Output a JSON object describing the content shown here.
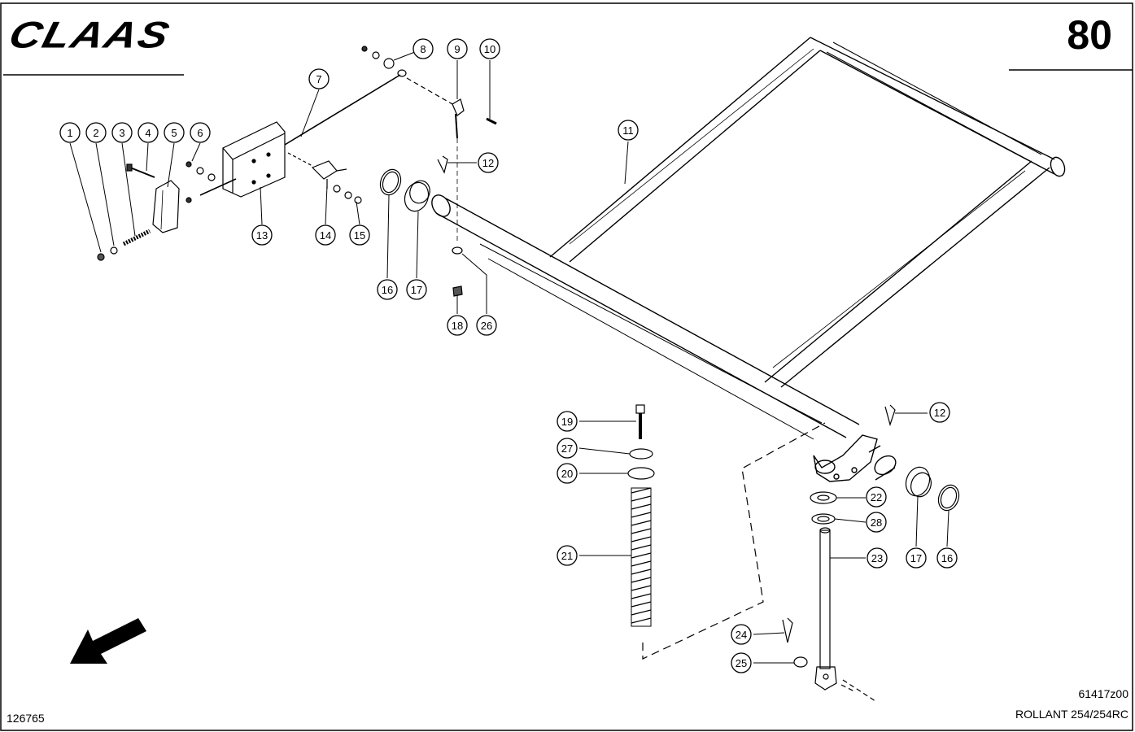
{
  "header": {
    "brand": "CLAAS",
    "page_number": "80"
  },
  "footer": {
    "doc_number": "126765",
    "drawing_code": "61417z00",
    "model": "ROLLANT 254/254RC"
  },
  "callouts": [
    {
      "n": "1"
    },
    {
      "n": "2"
    },
    {
      "n": "3"
    },
    {
      "n": "4"
    },
    {
      "n": "5"
    },
    {
      "n": "6"
    },
    {
      "n": "7"
    },
    {
      "n": "8"
    },
    {
      "n": "9"
    },
    {
      "n": "10"
    },
    {
      "n": "11"
    },
    {
      "n": "12"
    },
    {
      "n": "13"
    },
    {
      "n": "14"
    },
    {
      "n": "15"
    },
    {
      "n": "16"
    },
    {
      "n": "17"
    },
    {
      "n": "18"
    },
    {
      "n": "26"
    },
    {
      "n": "19"
    },
    {
      "n": "27"
    },
    {
      "n": "20"
    },
    {
      "n": "21"
    },
    {
      "n": "12"
    },
    {
      "n": "22"
    },
    {
      "n": "28"
    },
    {
      "n": "23"
    },
    {
      "n": "17"
    },
    {
      "n": "16"
    },
    {
      "n": "24"
    },
    {
      "n": "25"
    }
  ]
}
